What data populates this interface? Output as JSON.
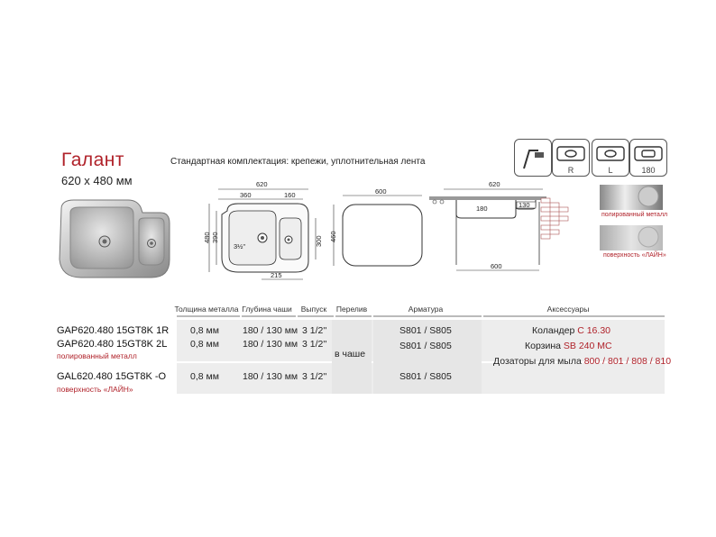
{
  "product": {
    "title": "Галант",
    "size": "620 x 480 мм",
    "standard": "Стандартная комплектация: крепежи, уплотнительная лента"
  },
  "icons": [
    {
      "name": "mount-icon",
      "label": ""
    },
    {
      "name": "bowl-right-icon",
      "label": "R"
    },
    {
      "name": "bowl-left-icon",
      "label": "L"
    },
    {
      "name": "bowl-180-icon",
      "label": "180"
    }
  ],
  "swatches": {
    "polished": "полированный металл",
    "line": "поверхность «ЛАЙН»"
  },
  "drawing": {
    "top": {
      "w": "620",
      "left": "360",
      "right": "160",
      "h_outer": "480",
      "h_inner": "390",
      "h_small": "300",
      "bottom": "215",
      "drain": "3½\""
    },
    "cutout": {
      "w": "600",
      "h": "460"
    },
    "section": {
      "w_top": "620",
      "bowl": "180",
      "small": "130",
      "w_bottom": "600"
    }
  },
  "table": {
    "headers": [
      "Толщина металла",
      "Глубина чаши",
      "Выпуск",
      "Перелив",
      "Арматура",
      "Аксессуары"
    ],
    "rows": [
      {
        "code": "GAP620.480 15GT8K 1R",
        "sub": "",
        "thickness": "0,8 мм",
        "depth": "180 / 130 мм",
        "outlet": "3 1/2''",
        "fittings": "S801 / S805"
      },
      {
        "code": "GAP620.480 15GT8K 2L",
        "sub": "полированный металл",
        "thickness": "0,8 мм",
        "depth": "180 / 130 мм",
        "outlet": "3 1/2''",
        "fittings": "S801 / S805"
      },
      {
        "code": "GAL620.480 15GT8K -O",
        "sub": "поверхность «ЛАЙН»",
        "thickness": "0,8 мм",
        "depth": "180 / 130 мм",
        "outlet": "3 1/2''",
        "fittings": "S801 / S805"
      }
    ],
    "overflow": "в чаше",
    "accessories": [
      {
        "label": "Коландер ",
        "code": "C 16.30"
      },
      {
        "label": "Корзина ",
        "code": "SB 240 MC"
      },
      {
        "label": "Дозаторы для мыла ",
        "code": "800 / 801 / 808 / 810"
      }
    ]
  },
  "colors": {
    "accent": "#b0222a",
    "band": "#ededed"
  }
}
